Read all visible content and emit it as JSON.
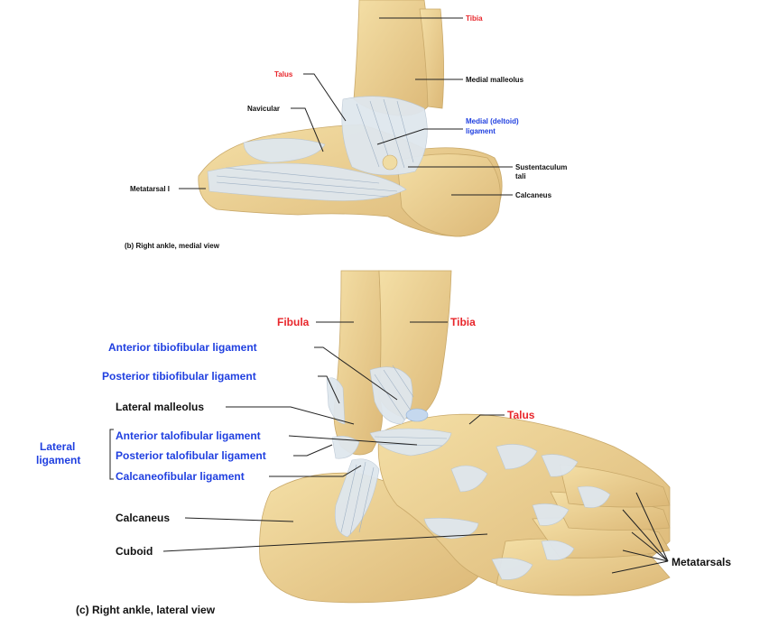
{
  "panel_b": {
    "caption": "(b) Right ankle, medial view",
    "labels": {
      "tibia": "Tibia",
      "talus": "Talus",
      "medial_malleolus": "Medial malleolus",
      "navicular": "Navicular",
      "medial_deltoid_1": "Medial (deltoid)",
      "medial_deltoid_2": "ligament",
      "sustentaculum_1": "Sustentaculum",
      "sustentaculum_2": "tali",
      "metatarsal_i": "Metatarsal I",
      "calcaneus": "Calcaneus"
    }
  },
  "panel_c": {
    "caption": "(c) Right ankle, lateral view",
    "labels": {
      "fibula": "Fibula",
      "tibia": "Tibia",
      "anterior_tibiofibular": "Anterior tibiofibular ligament",
      "posterior_tibiofibular": "Posterior tibiofibular ligament",
      "lateral_malleolus": "Lateral malleolus",
      "talus": "Talus",
      "lateral_ligament_1": "Lateral",
      "lateral_ligament_2": "ligament",
      "anterior_talofibular": "Anterior talofibular ligament",
      "posterior_talofibular": "Posterior talofibular ligament",
      "calcaneofibular": "Calcaneofibular ligament",
      "calcaneus": "Calcaneus",
      "cuboid": "Cuboid",
      "metatarsals": "Metatarsals"
    }
  },
  "colors": {
    "bone_label": "#e8262b",
    "ligament_label": "#1f3fe0",
    "other_label": "#111111"
  }
}
